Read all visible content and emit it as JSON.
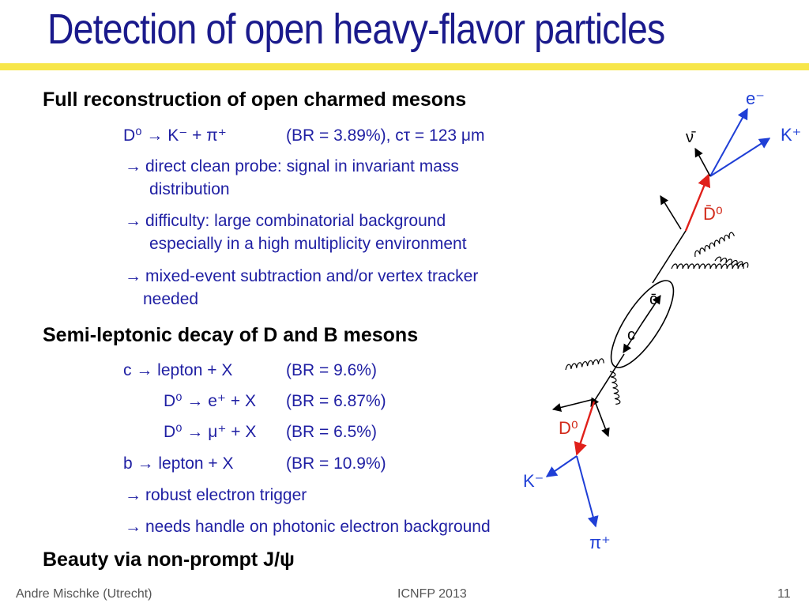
{
  "slide": {
    "title": "Detection of open heavy-flavor particles",
    "section1": {
      "heading": "Full reconstruction of open charmed mesons",
      "decay": {
        "text": "D⁰ → K⁻ + π⁺",
        "br": "(BR = 3.89%), cτ = 123 μm"
      },
      "bullets": [
        {
          "line1": "direct clean probe: signal in invariant mass",
          "line2": "distribution"
        },
        {
          "line1": "difficulty: large combinatorial background",
          "line2": "especially in a high multiplicity environment"
        },
        {
          "line1": "mixed-event subtraction and/or vertex tracker",
          "line2": "needed"
        }
      ]
    },
    "section2": {
      "heading": "Semi-leptonic decay of D and B mesons",
      "decays": [
        {
          "text": "c → lepton + X",
          "br": "(BR = 9.6%)"
        },
        {
          "text": "D⁰ → e⁺ + X",
          "br": "(BR = 6.87%)"
        },
        {
          "text": "D⁰ → μ⁺ + X",
          "br": "(BR = 6.5%)"
        },
        {
          "text": "b → lepton + X",
          "br": "(BR = 10.9%)"
        }
      ],
      "bullets": [
        "robust electron trigger",
        "needs handle on photonic electron background"
      ]
    },
    "section3": {
      "heading": "Beauty via non-prompt J/ψ"
    }
  },
  "diagram": {
    "labels": {
      "electron": "e⁻",
      "antineutrino": "ν̄",
      "kaon_plus": "K⁺",
      "d0_bar": "D̄⁰",
      "c_bar": "c̄",
      "c": "c",
      "d0": "D⁰",
      "kaon_minus": "K⁻",
      "pion_plus": "π⁺"
    },
    "colors": {
      "blue": "#1f3fd6",
      "red": "#e0201a",
      "black": "#000000",
      "label_red": "#d22a1a"
    }
  },
  "footer": {
    "author": "Andre Mischke (Utrecht)",
    "conference": "ICNFP 2013",
    "page": "11"
  }
}
